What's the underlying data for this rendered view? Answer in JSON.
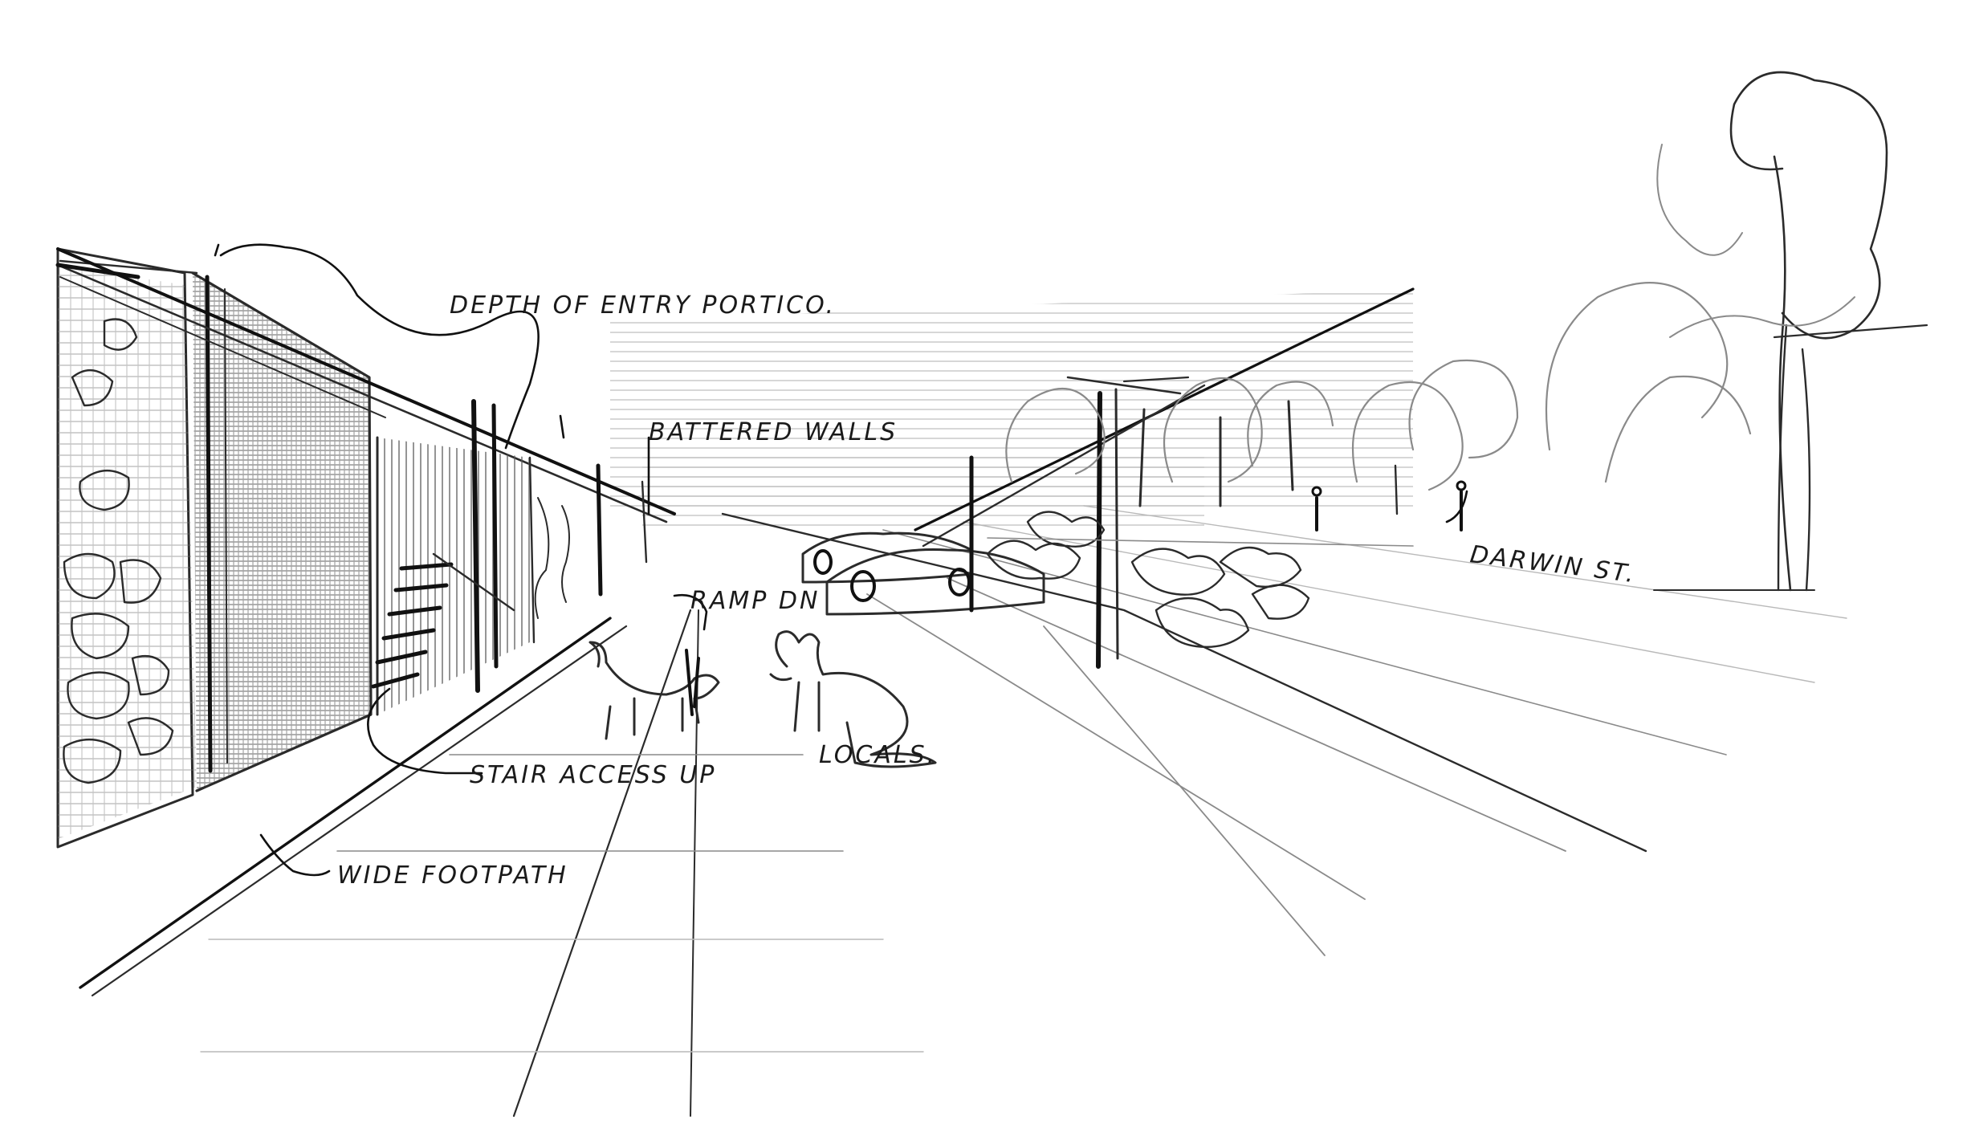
{
  "annotations": {
    "depth_of_entry_portico": "DEPTH OF ENTRY PORTICO.",
    "battered_walls": "BATTERED WALLS",
    "ramp_dn": "RAMP DN",
    "locals": "LOCALS.",
    "darwin_st": "DARWIN ST.",
    "stair_access_up": "STAIR ACCESS UP",
    "wide_footpath": "WIDE FOOTPATH"
  },
  "colors": {
    "paper": "#ffffff",
    "pencil": "#2b2b2b",
    "hatch": "#6e6e6e"
  }
}
